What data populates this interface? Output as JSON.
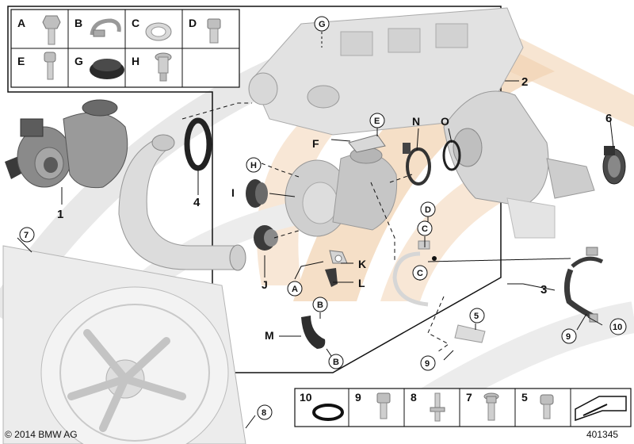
{
  "copyright": "© 2014 BMW AG",
  "diagram_number": "401345",
  "legend_top": {
    "items": [
      {
        "letter": "A",
        "icon": "bolt-icon"
      },
      {
        "letter": "B",
        "icon": "hose-clamp-icon"
      },
      {
        "letter": "C",
        "icon": "gasket-ring-icon"
      },
      {
        "letter": "D",
        "icon": "hollow-bolt-icon"
      },
      {
        "letter": "E",
        "icon": "socket-bolt-icon"
      },
      {
        "letter": "G",
        "icon": "rubber-cap-icon"
      },
      {
        "letter": "H",
        "icon": "torx-screw-icon"
      }
    ]
  },
  "legend_bottom": {
    "items": [
      {
        "number": "10",
        "icon": "o-ring-icon"
      },
      {
        "number": "9",
        "icon": "hex-bolt-icon"
      },
      {
        "number": "8",
        "icon": "stud-icon"
      },
      {
        "number": "7",
        "icon": "torx-bolt-icon"
      },
      {
        "number": "5",
        "icon": "flange-bolt-icon"
      }
    ],
    "arrow_icon": "arrow-indicator-icon"
  },
  "part_labels": {
    "p1": "1",
    "p2": "2",
    "p3": "3",
    "p4": "4",
    "p5": "5",
    "p6": "6",
    "p7": "7",
    "p8": "8",
    "p9a": "9",
    "p9b": "9",
    "p10": "10"
  },
  "callouts": {
    "G": "G",
    "E": "E",
    "F": "F",
    "N": "N",
    "O": "O",
    "H": "H",
    "I": "I",
    "J": "J",
    "K": "K",
    "L": "L",
    "M": "M",
    "A": "A",
    "B1": "B",
    "B2": "B",
    "C1": "C",
    "C2": "C",
    "D": "D"
  },
  "colors": {
    "background_swoosh": "#f2d4b4",
    "background_grey": "#e6e6e6",
    "outline": "#111111"
  }
}
